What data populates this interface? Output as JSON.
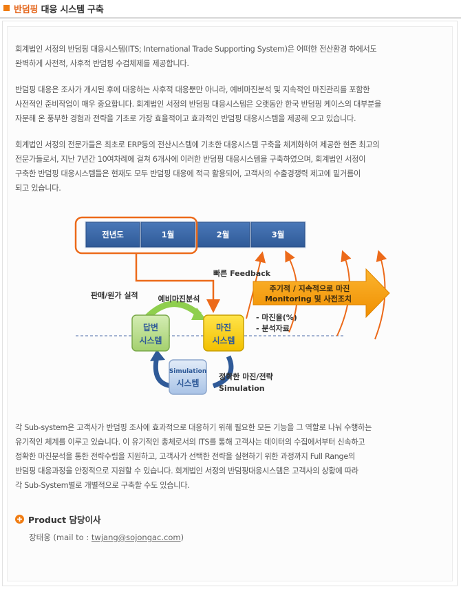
{
  "header": {
    "accent": "반덤핑",
    "title_rest": " 대응 시스템 구축"
  },
  "paragraphs": [
    [
      "회계법인 서정의 반덤핑 대응시스템(ITS; International Trade Supporting System)은 어떠한 전산환경 하에서도",
      "완벽하게 사전적, 사후적 반덤핑 수검체제를 제공합니다."
    ],
    [
      "반덤핑 대응은 조사가 개시된 후에 대응하는 사후적 대응뿐만 아니라, 예비마진분석 및 지속적인 마진관리를 포함한",
      "사전적인 준비작업이 매우 중요합니다. 회계법인 서정의 반덤핑 대응시스템은 오랫동안 한국 반덤핑 케이스의 대부분을",
      "자문해 온 풍부한 경험과 전략을 기초로 가장 효율적이고 효과적인 반덤핑 대응시스템을 제공해 오고 있습니다."
    ],
    [
      "회계법인 서정의 전문가들은 최초로 ERP등의 전산시스템에 기초한 대응시스템 구축을 체계화하여 제공한 현존 최고의",
      "전문가들로서, 지난 7년간 10여차례에 걸쳐 6개사에 이러한 반덤핑 대응시스템을 구축하였으며, 회계법인 서정이",
      "구축한 반덤핑 대응시스템들은 현재도 모두 반덤핑 대응에 적극 활용되어, 고객사의 수출경쟁력 제고에 밑거름이",
      "되고 있습니다."
    ],
    [
      "각 Sub-system은 고객사가 반덤핑 조사에 효과적으로 대응하기 위해 필요한 모든 기능을 그 역할로 나눠 수행하는",
      "유기적인 체계를 이루고 있습니다. 이 유기적인 총체로서의 ITS를 통해 고객사는 데이터의 수집에서부터 신속하고",
      "정확한 마진분석을 통한 전략수립을 지원하고, 고객사가 선택한 전략을 실현하기 위한 과정까지 Full Range의",
      "반덤핑 대응과정을 안정적으로 지원할 수 있습니다. 회계법인 서정의 반덤핑대응시스템은 고객사의 상황에 따라",
      "각 Sub-System별로 개별적으로 구축할 수도 있습니다."
    ]
  ],
  "diagram": {
    "timeline": [
      "전년도",
      "1월",
      "2월",
      "3월"
    ],
    "label_sales_cost": "판매/원가 실적",
    "label_prelim": "예비마진분석",
    "label_feedback": "빠른 Feedback",
    "arrow_text_1": "주기적 / 지속적으로 마진",
    "arrow_text_2": "Monitoring 및 사전조치",
    "box_answer_1": "답변",
    "box_answer_2": "시스템",
    "box_margin_1": "마진",
    "box_margin_2": "시스템",
    "box_sim_1": "Simulation",
    "box_sim_2": "시스템",
    "label_margin_rate": "- 마진율(%)",
    "label_analysis": "- 분석자료",
    "label_exact_1": "정확한 마진/전략",
    "label_exact_2": "Simulation"
  },
  "contact": {
    "title": "Product 담당이사",
    "name_prefix": "장태웅 (mail to : ",
    "email": "twjang@sojongac.com",
    "suffix": ")"
  },
  "colors": {
    "accent": "#f07c12",
    "timeline_blue": "#3a67a8",
    "arrow_orange": "#f7a10c",
    "answer_green": "#b7dc8a",
    "margin_yellow": "#f7d30a",
    "sim_blue": "#c2d6ee"
  }
}
